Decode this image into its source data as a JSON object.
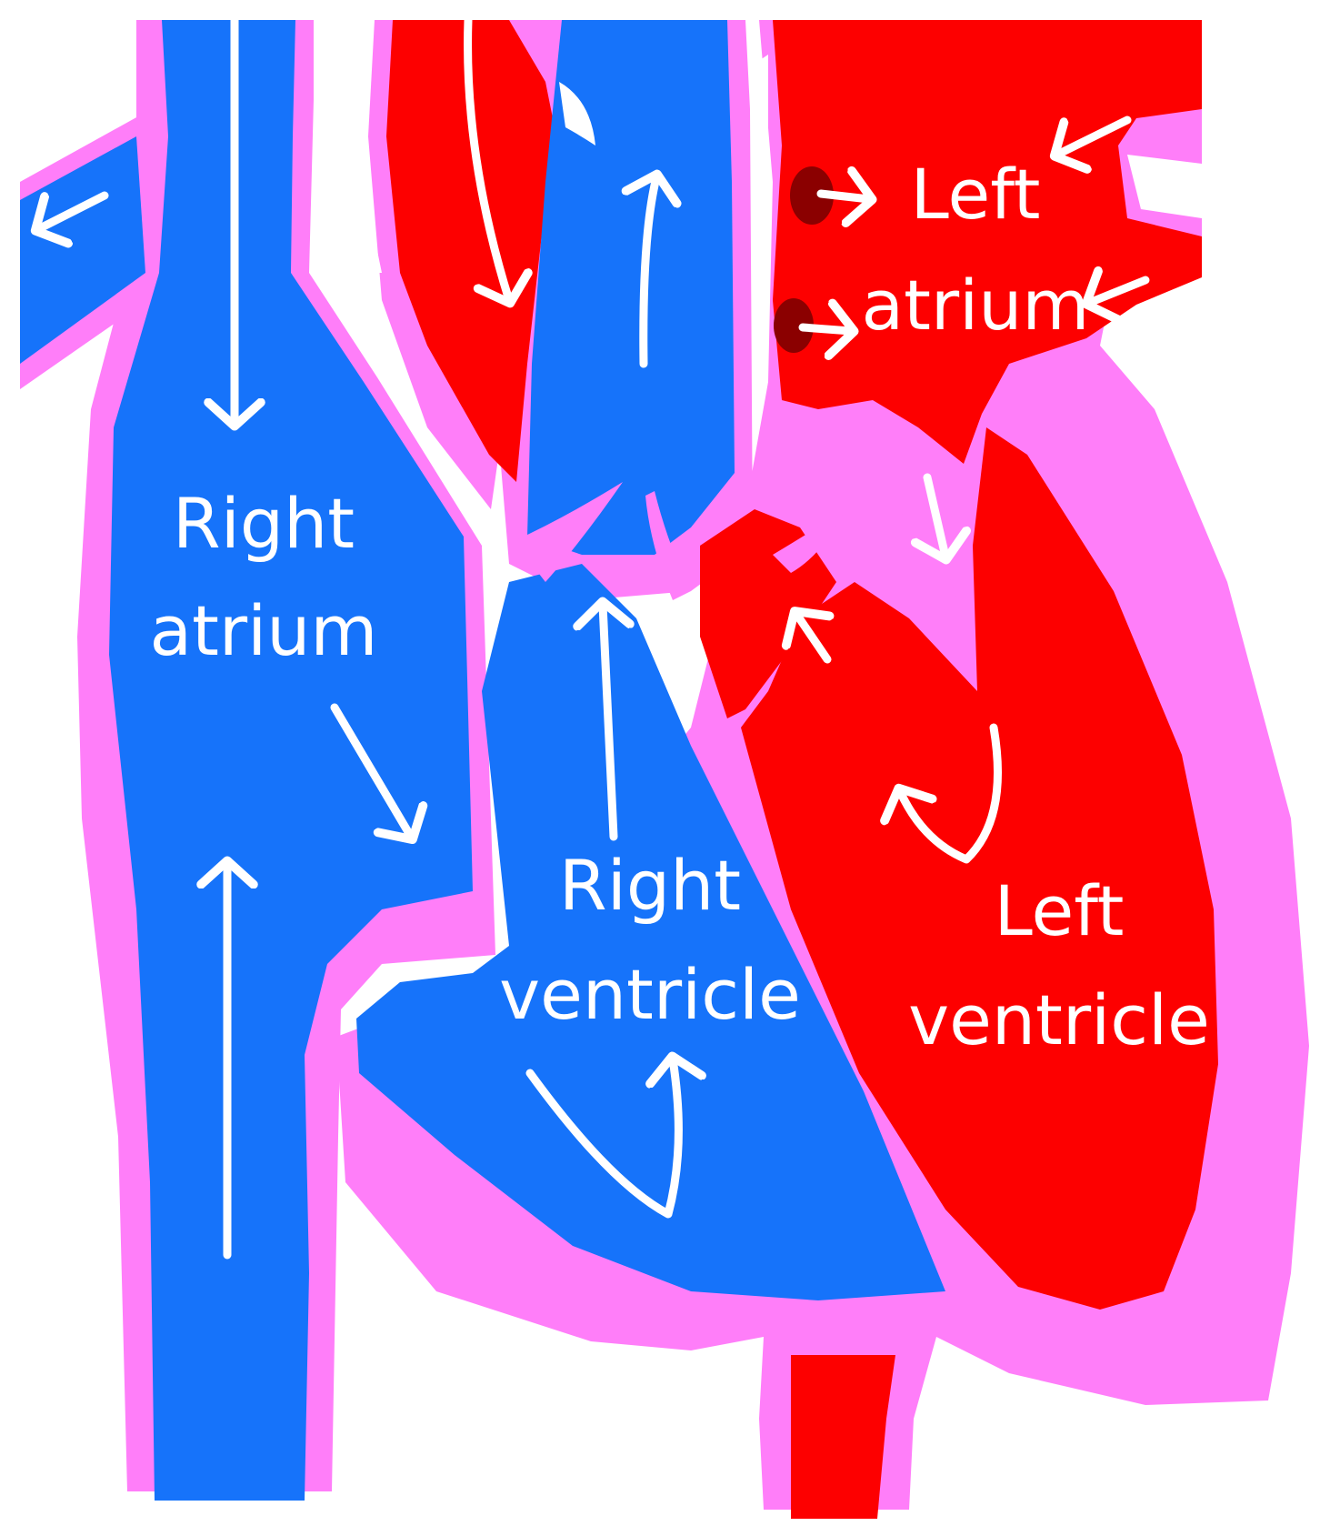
{
  "labels": {
    "left_atrium": [
      "Left",
      "atrium"
    ],
    "right_atrium": [
      "Right",
      "atrium"
    ],
    "right_ventricle": [
      "Right",
      "ventricle"
    ],
    "left_ventricle": [
      "Left",
      "ventricle"
    ]
  },
  "colors": {
    "deoxygenated_blood": "#1673fa",
    "oxygenated_blood": "#fd0000",
    "heart_wall": "#ff7ef9",
    "pulmonary_vein_opening": "#8b0000",
    "arrow": "#ffffff",
    "background": "#ffffff"
  }
}
